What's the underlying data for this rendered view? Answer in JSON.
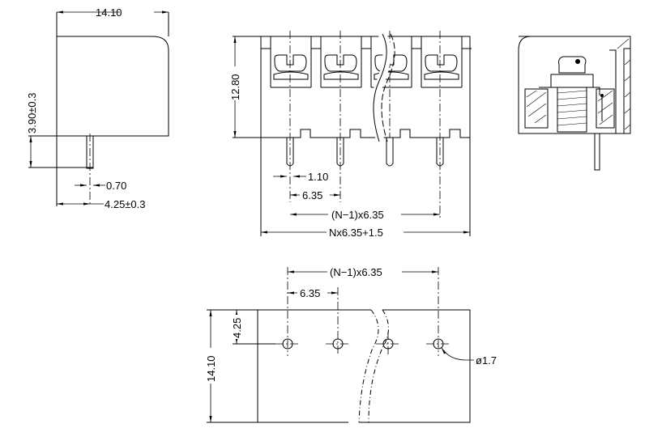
{
  "side_view": {
    "width": "14.10",
    "height_pin": "3.90±0.3",
    "pin_width": "0.70",
    "pin_offset": "4.25±0.3"
  },
  "front_view": {
    "height": "12.80",
    "pin_dia": "1.10",
    "pitch": "6.35",
    "pitch_span": "(N−1)x6.35",
    "total_length": "Nx6.35+1.5"
  },
  "pcb_view": {
    "pitch_span": "(N−1)x6.35",
    "pitch": "6.35",
    "row_offset": "4.25",
    "depth": "14.10",
    "hole_dia": "ø1.7"
  }
}
